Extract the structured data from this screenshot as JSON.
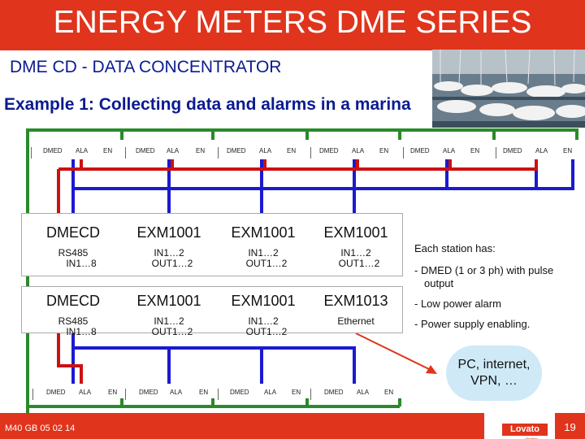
{
  "title": "ENERGY METERS DME SERIES",
  "subtitle": "DME CD - DATA CONCENTRATOR",
  "example_title": "Example 1: Collecting data and alarms in a marina",
  "top_meters": [
    {
      "a": "DMED",
      "b": "ALA",
      "c": "EN"
    },
    {
      "a": "DMED",
      "b": "ALA",
      "c": "EN"
    },
    {
      "a": "DMED",
      "b": "ALA",
      "c": "EN"
    },
    {
      "a": "DMED",
      "b": "ALA",
      "c": "EN"
    },
    {
      "a": "DMED",
      "b": "ALA",
      "c": "EN"
    },
    {
      "a": "DMED",
      "b": "ALA",
      "c": "EN"
    }
  ],
  "row1": [
    {
      "title": "DMECD",
      "sub1": "RS485",
      "sub2": "IN1…8"
    },
    {
      "title": "EXM1001",
      "sub1": "IN1…2",
      "sub2": "OUT1…2"
    },
    {
      "title": "EXM1001",
      "sub1": "IN1…2",
      "sub2": "OUT1…2"
    },
    {
      "title": "EXM1001",
      "sub1": "IN1…2",
      "sub2": "OUT1…2"
    }
  ],
  "row2": [
    {
      "title": "DMECD",
      "sub1": "RS485",
      "sub2": "IN1…8"
    },
    {
      "title": "EXM1001",
      "sub1": "IN1…2",
      "sub2": "OUT1…2"
    },
    {
      "title": "EXM1001",
      "sub1": "IN1…2",
      "sub2": "OUT1…2"
    },
    {
      "title": "EXM1013",
      "sub1": "Ethernet",
      "sub2": ""
    }
  ],
  "bottom_meters": [
    {
      "a": "DMED",
      "b": "ALA",
      "c": "EN"
    },
    {
      "a": "DMED",
      "b": "ALA",
      "c": "EN"
    },
    {
      "a": "DMED",
      "b": "ALA",
      "c": "EN"
    },
    {
      "a": "DMED",
      "b": "ALA",
      "c": "EN"
    }
  ],
  "station_info": {
    "heading": "Each station has:",
    "item1": "- DMED (1 or 3 ph) with pulse",
    "item1b": "output",
    "item2": "- Low power alarm",
    "item3": "- Power supply enabling."
  },
  "callout": {
    "line1": "PC, internet,",
    "line2": "VPN, …"
  },
  "footer_code": "M40 GB 05 02 14",
  "logo_text": "Lovato",
  "logo_sub": "electric",
  "page_number": "19",
  "colors": {
    "header": "#e0341c",
    "navy": "#0b1b8f",
    "green": "#2a8a2a",
    "red": "#cc1111",
    "blue": "#1a1ad0",
    "callout": "#cfe9f7"
  }
}
